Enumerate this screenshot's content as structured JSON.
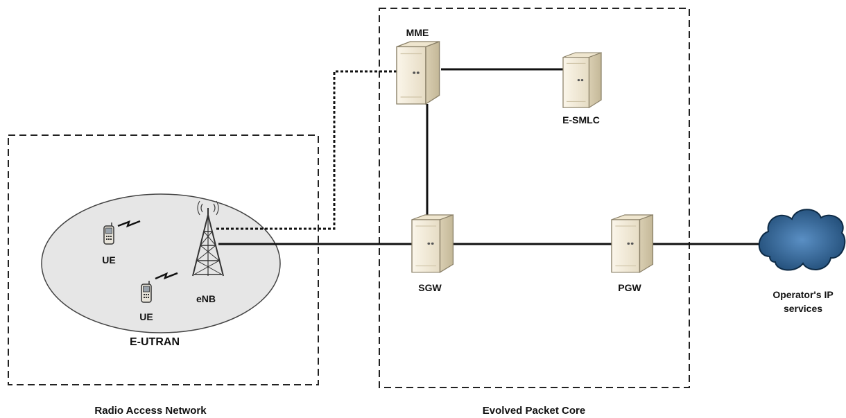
{
  "diagram": {
    "regions": {
      "ran": {
        "label": "Radio Access Network"
      },
      "epc": {
        "label": "Evolved Packet Core"
      },
      "eutran": {
        "label": "E-UTRAN"
      }
    },
    "nodes": {
      "mme": {
        "label": "MME"
      },
      "esmlc": {
        "label": "E-SMLC"
      },
      "sgw": {
        "label": "SGW"
      },
      "pgw": {
        "label": "PGW"
      },
      "enb": {
        "label": "eNB"
      },
      "ue1": {
        "label": "UE"
      },
      "ue2": {
        "label": "UE"
      },
      "ip": {
        "label_line1": "Operator's IP",
        "label_line2": "services"
      }
    },
    "links": [
      {
        "from": "enb",
        "to": "mme",
        "style": "dotted"
      },
      {
        "from": "enb",
        "to": "sgw",
        "style": "solid"
      },
      {
        "from": "mme",
        "to": "esmlc",
        "style": "solid"
      },
      {
        "from": "mme",
        "to": "sgw",
        "style": "solid"
      },
      {
        "from": "sgw",
        "to": "pgw",
        "style": "solid"
      },
      {
        "from": "pgw",
        "to": "ip",
        "style": "solid"
      }
    ],
    "colors": {
      "server_face": "#f1e9d6",
      "ellipse_fill": "#e6e6e6",
      "cloud": "#2d5f8e"
    }
  }
}
